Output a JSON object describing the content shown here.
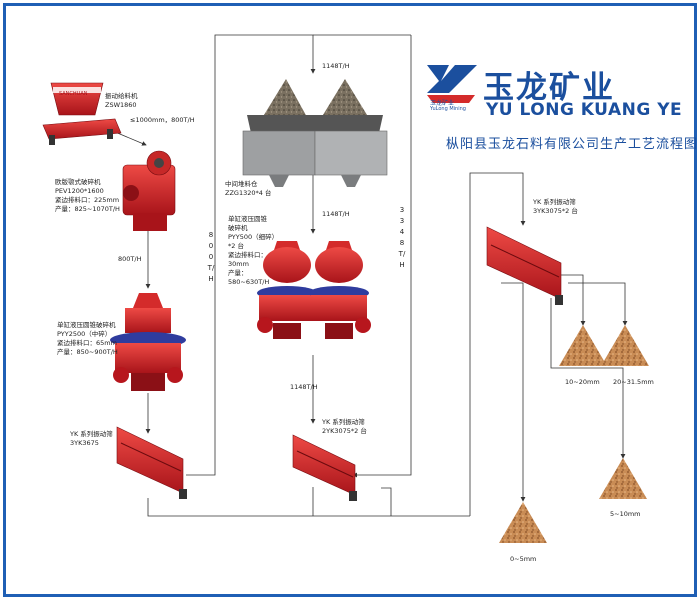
{
  "brand": {
    "name_cn": "玉龙矿业",
    "name_en_small": "YuLong Mining",
    "name_pinyin": "YU LONG KUANG YE",
    "subtitle": "枞阳县玉龙石料有限公司生产工艺流程图",
    "logo_cn_small": "玉龙矿业",
    "feeder_plate": "SANCHUAN",
    "colors": {
      "blue": "#1b4f9e",
      "red": "#d42b2b",
      "frame": "#1f5fb5"
    }
  },
  "equipment": {
    "feeder": {
      "name": "振动给料机",
      "model": "ZSW1860",
      "note": "≤1000mm，800T/H"
    },
    "jaw": {
      "lines": [
        "欧版颚式破碎机",
        "PEV1200*1600",
        "紧边排料口：225mm",
        "产量：825~1070T/H"
      ]
    },
    "cone1": {
      "lines": [
        "单缸液压圆锥破碎机",
        "PYY2500（中碎）",
        "紧边排料口：65mm",
        "产量：850~900T/H"
      ]
    },
    "screen1": {
      "lines": [
        "YK 系列振动筛",
        "3YK3675"
      ]
    },
    "silo": {
      "lines": [
        "中间堆料仓",
        "ZZG1320*4 台"
      ]
    },
    "cone2": {
      "lines": [
        "单缸液压圆锥",
        "破碎机",
        "PYY500（细碎）",
        "*2 台",
        "紧边排料口：",
        "30mm",
        "产量：",
        "580~630T/H"
      ]
    },
    "screen2": {
      "lines": [
        "YK 系列振动筛",
        "2YK3075*2 台"
      ]
    },
    "screen3": {
      "lines": [
        "YK 系列振动筛",
        "3YK3075*2 台"
      ]
    }
  },
  "flows": {
    "f800": "800T/H",
    "f800v": "800T/H",
    "f1148_top": "1148T/H",
    "f1148_mid": "1148T/H",
    "f1148_bot": "1148T/H",
    "f3348v": "3348T/H"
  },
  "products": {
    "p1": "10~20mm",
    "p2": "20~31.5mm",
    "p3": "5~10mm",
    "p4": "0~5mm"
  }
}
